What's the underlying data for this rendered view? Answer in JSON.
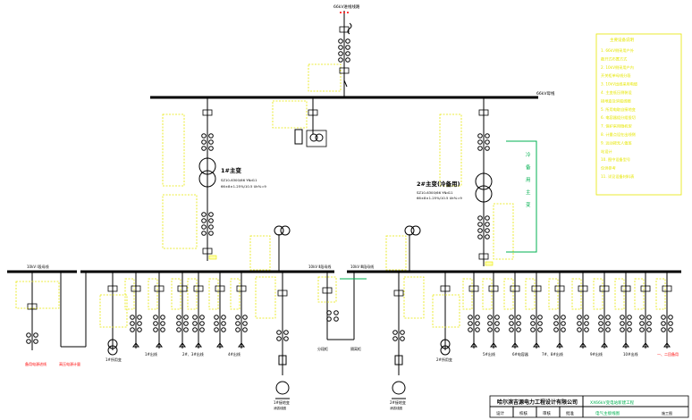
{
  "source": {
    "label": "66kV进线线路"
  },
  "buses": {
    "hv": "66kV母线",
    "lv_left": "10kV Ⅰ段母线",
    "lv_mid": "10kV Ⅱ段母线",
    "lv_right": "10kV Ⅲ段母线"
  },
  "transformers": [
    {
      "title": "1#主变",
      "model": "SZ10-6300/66 YNd11",
      "ratio": "66±8×1.25%/10.5 Uk%=9"
    },
    {
      "title": "2#主变(冷备用)",
      "model": "SZ10-6300/66 YNd11",
      "ratio": "66±8×1.25%/10.5 Uk%=9"
    }
  ],
  "standby_note": "冷备用主变",
  "notes": {
    "heading": "主要设备说明",
    "lines": [
      "1. 66kV侧采用户外",
      "   敞开式布置方式",
      "2. 10kV侧采用户内",
      "   开关柜单母线分段",
      "3. 10kV出线采用电缆",
      "4. 主变低压侧装设",
      "   接地变及消弧线圈",
      "5. 所用电取自接地变",
      "6. 电容器组分组投切",
      "7. 保护采用微机型",
      "8. 计量点设在出线侧",
      "9. 远动按无人值班",
      "   站设计",
      "10. 图中设备型号",
      "   仅供参考",
      "11. 详见设备材料表"
    ]
  },
  "bottom_labels": {
    "red_1": "备用电源进线",
    "red_2": "高压电源计量",
    "left_pt": "1#所用变",
    "feed_a": "1#出线",
    "feed_b": "2#、3#出线",
    "feed_c": "4#出线",
    "grounding_1": "1#接地变",
    "grounding_1_sub": "消弧线圈",
    "coupler": "分段柜",
    "riser": "隔离柜",
    "grounding_2": "2#接地变",
    "grounding_2_sub": "消弧线圈",
    "right_pt": "2#所用变",
    "feed_d": "5#出线",
    "feed_e": "6#电容器",
    "feed_f": "7#、8#出线",
    "feed_g": "9#出线",
    "feed_h": "10#出线",
    "red_3": "一、二回备用"
  },
  "title_block": {
    "company": "哈尔滨吉源电力工程设计有限公司",
    "project": "XX66kV变电站新建工程",
    "drawing": "电气主接线图",
    "row2": [
      "设计",
      "校核",
      "审核",
      "批准"
    ],
    "drawing_no": "施工图"
  },
  "colors": {
    "line": "#000000",
    "equip": "#e6e600",
    "red": "#ff0000",
    "green": "#00b050"
  }
}
